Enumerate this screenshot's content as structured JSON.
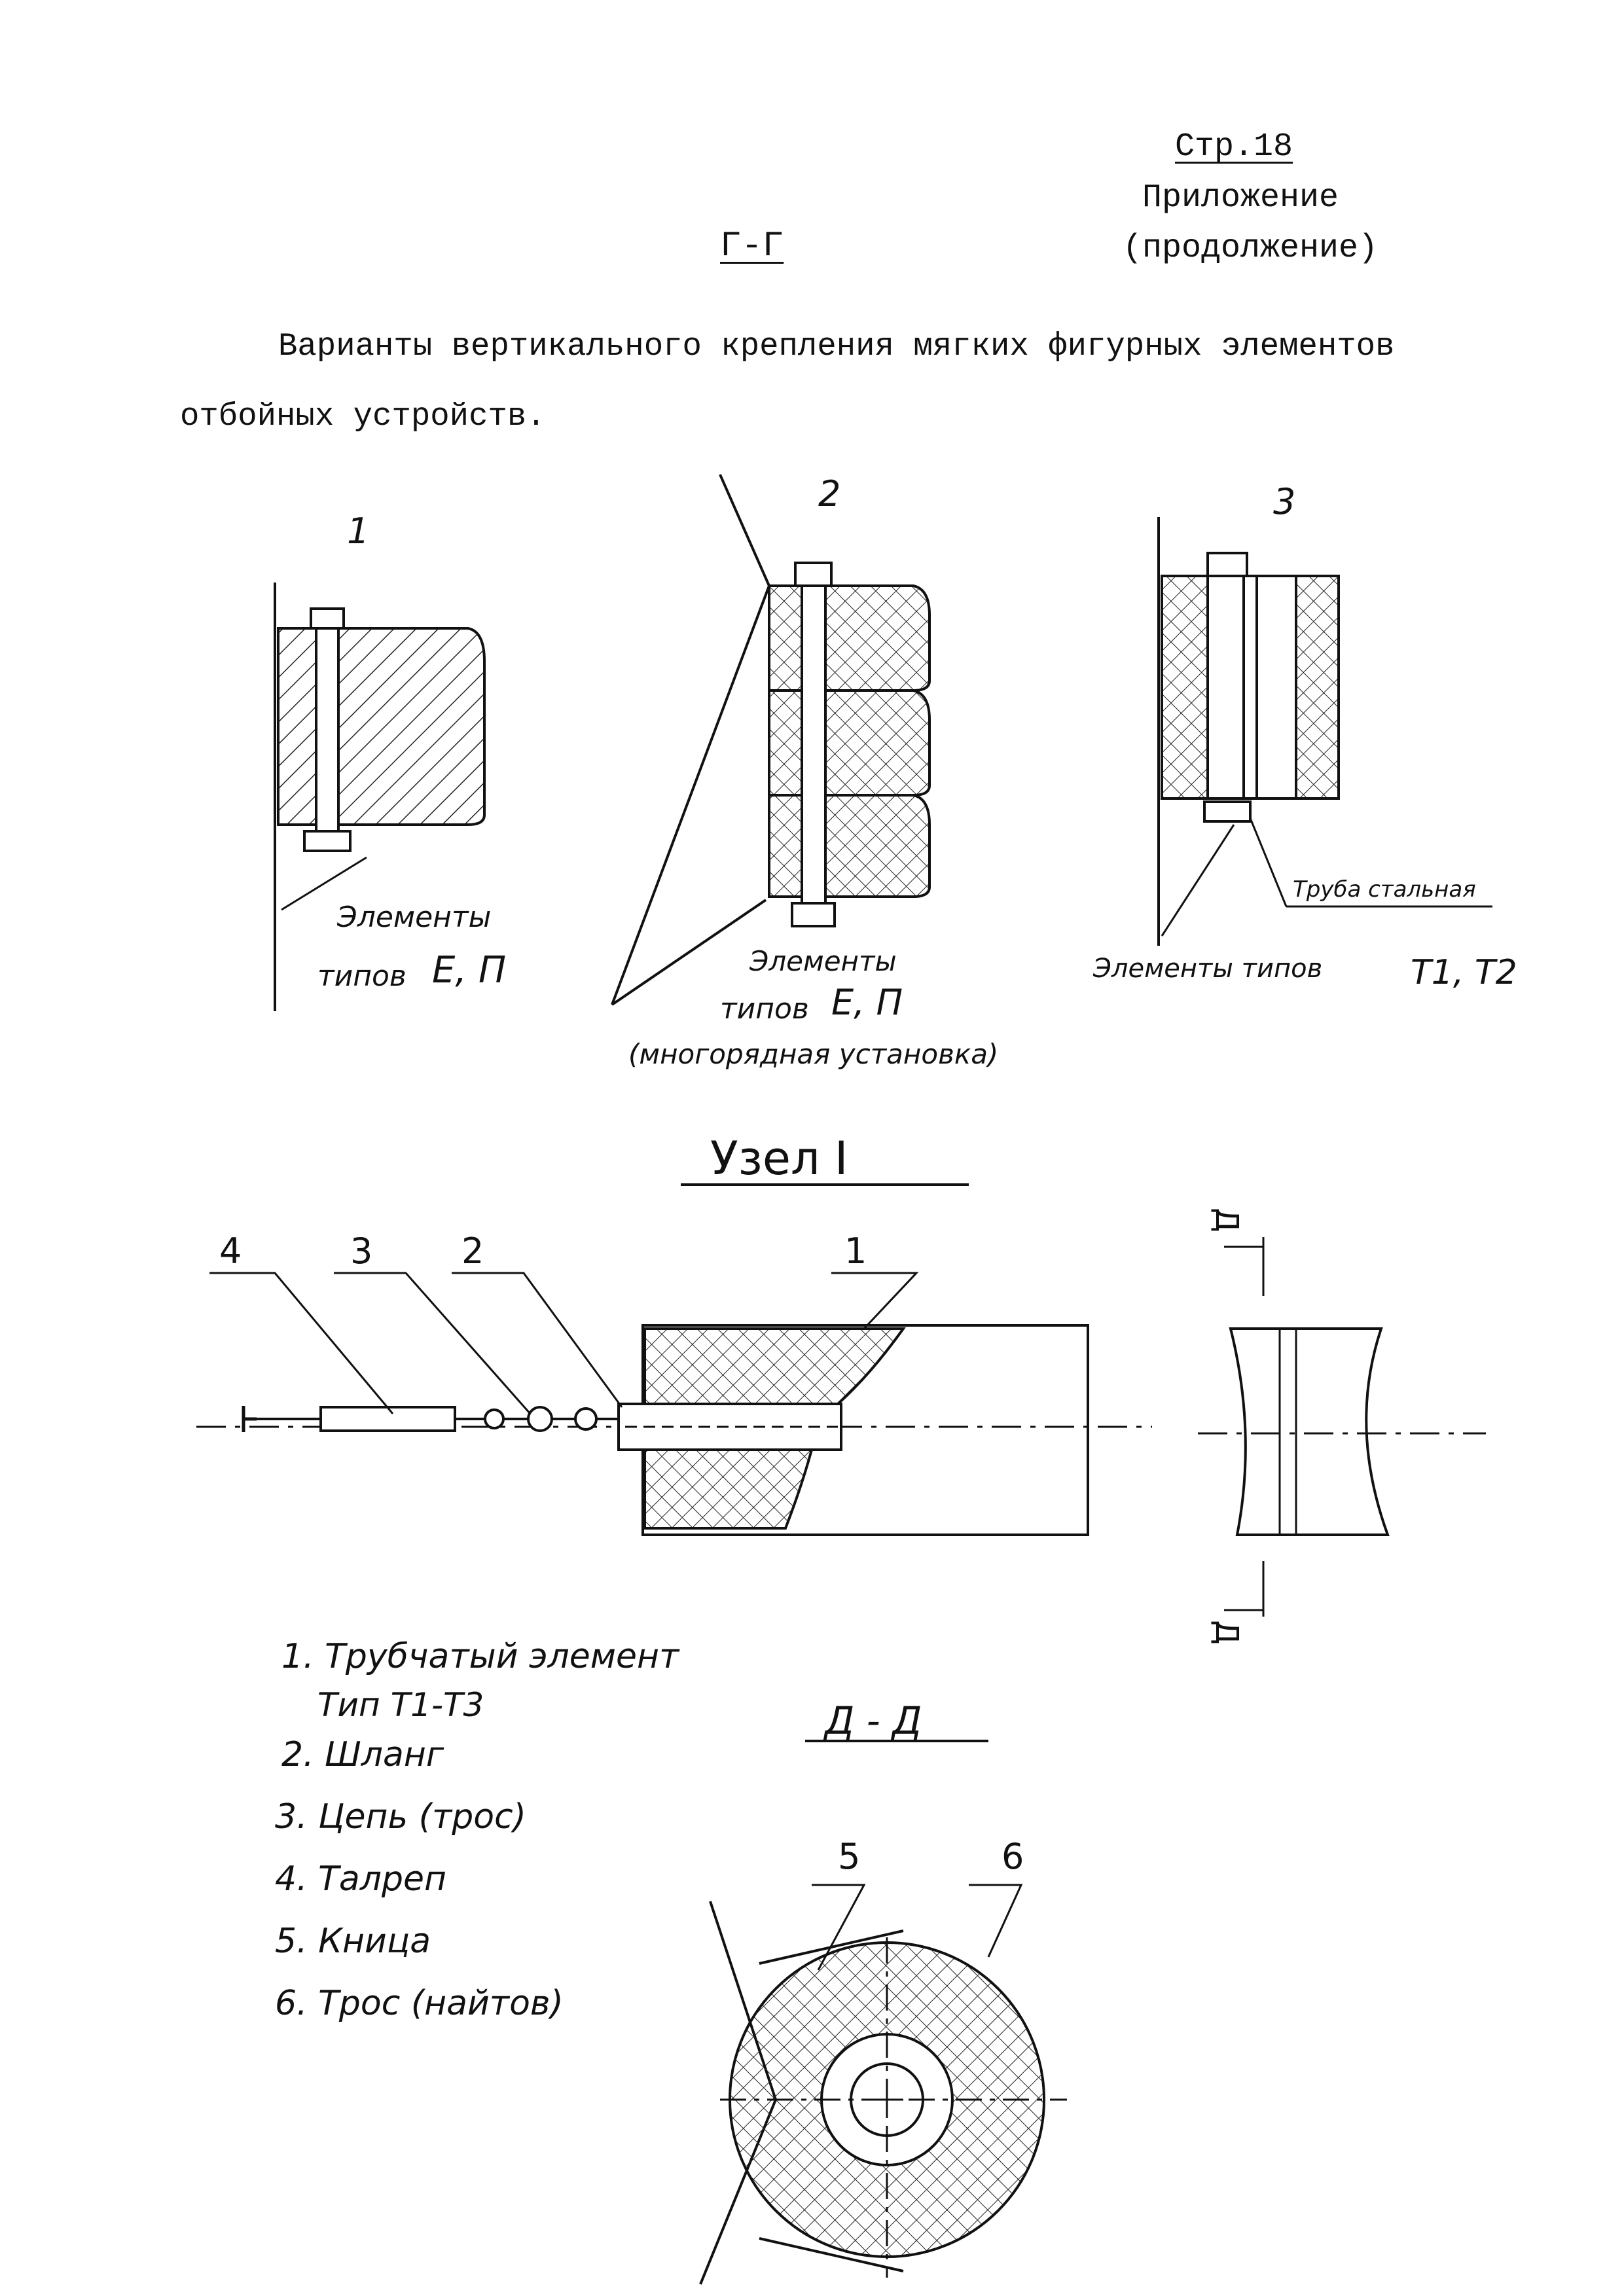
{
  "header": {
    "page": "Стр.18",
    "appendix": "Приложение",
    "continued": "(продолжение)",
    "section": "Г-Г"
  },
  "intro_line1": "Варианты вертикального крепления мягких фигурных элементов",
  "intro_line2": "отбойных устройств.",
  "variants": [
    {
      "num": "1",
      "caption1": "Элементы",
      "caption2": "типов",
      "caption3": "Е, П"
    },
    {
      "num": "2",
      "caption1": "Элементы",
      "caption2": "типов",
      "caption3": "Е, П",
      "caption4": "(многорядная установка)"
    },
    {
      "num": "3",
      "note": "Труба стальная",
      "caption1": "Элементы типов",
      "caption3": "Т1, Т2"
    }
  ],
  "node": {
    "title": "Узел I",
    "callouts": [
      "4",
      "3",
      "2",
      "1"
    ],
    "section_mark": "Д"
  },
  "section_dd": {
    "title": "Д - Д",
    "callouts": [
      "5",
      "6"
    ]
  },
  "legend": [
    "1. Трубчатый элемент",
    "Тип Т1-Т3",
    "2. Шланг",
    "3. Цепь (трос)",
    "4. Талреп",
    "5. Кница",
    "6. Трос (найтов)"
  ]
}
